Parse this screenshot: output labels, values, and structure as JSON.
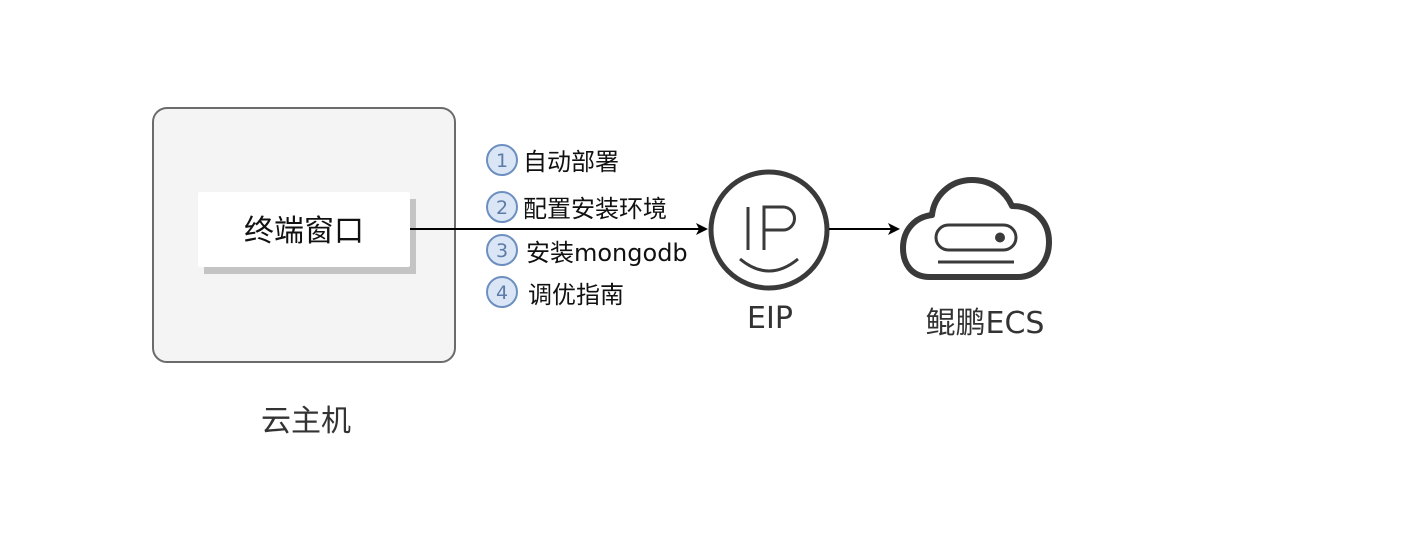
{
  "diagram": {
    "host": {
      "label": "云主机",
      "terminal_label": "终端窗口"
    },
    "steps": [
      {
        "num": "1",
        "label": "自动部署"
      },
      {
        "num": "2",
        "label": "配置安装环境"
      },
      {
        "num": "3",
        "label": "安装mongodb"
      },
      {
        "num": "4",
        "label": "调优指南"
      }
    ],
    "eip": {
      "icon_text": "IP",
      "label": "EIP"
    },
    "ecs": {
      "label": "鲲鹏ECS"
    },
    "colors": {
      "box_border": "#6b6b6b",
      "box_fill": "#f4f4f4",
      "shadow": "#c4c4c4",
      "icon_stroke": "#3a3a3a",
      "badge_fill": "#dae6f5",
      "badge_stroke": "#6d8fbf",
      "arrow": "#000000"
    },
    "icons": [
      "ip-address-icon",
      "cloud-server-icon"
    ]
  }
}
